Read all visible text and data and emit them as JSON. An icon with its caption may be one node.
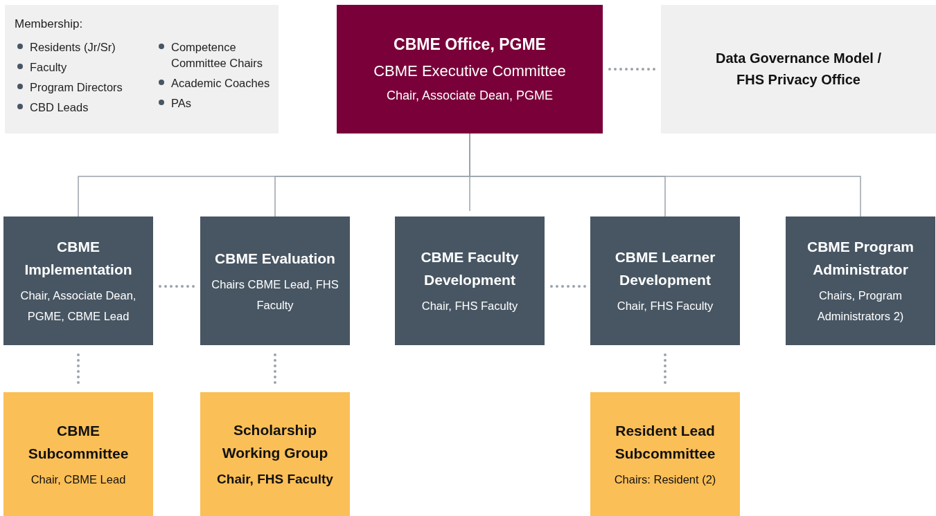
{
  "diagram": {
    "nodes": [
      {
        "text": [
          "Membership:",
          "Residents (Jr/Sr)",
          "Faculty",
          "Program Directors",
          "CBD Leads",
          "Competence Committee Chairs",
          "Academic Coaches",
          "PAs"
        ]
      },
      {
        "text": [
          "CBME Office, PGME",
          "CBME Executive Committee",
          "Chair, Associate Dean, PGME"
        ]
      },
      {
        "text": [
          "Data Governance Model / FHS Privacy Office"
        ]
      },
      {
        "text": [
          "CBME Implementation",
          "Chair, Associate Dean, PGME, CBME Lead"
        ]
      },
      {
        "text": [
          "CBME Evaluation",
          "Chairs CBME Lead, FHS Faculty"
        ]
      },
      {
        "text": [
          "CBME Faculty Development",
          "Chair, FHS Faculty"
        ]
      },
      {
        "text": [
          "CBME Learner Development",
          "Chair, FHS Faculty"
        ]
      },
      {
        "text": [
          "CBME Program Administrator",
          "Chairs, Program Administrators 2)"
        ]
      },
      {
        "text": [
          "CBME Subcommittee",
          "Chair, CBME Lead"
        ]
      },
      {
        "text": [
          "Scholarship Working Group",
          "Chair, FHS Faculty"
        ]
      },
      {
        "text": [
          "Resident Lead Subcommittee",
          "Chairs: Resident (2)"
        ]
      }
    ],
    "edges": [
      {
        "from": 1,
        "to": 2,
        "arrow": "none",
        "style": "dashed"
      },
      {
        "from": 1,
        "to": 3,
        "arrow": "none"
      },
      {
        "from": 1,
        "to": 4,
        "arrow": "none"
      },
      {
        "from": 1,
        "to": 5,
        "arrow": "none"
      },
      {
        "from": 1,
        "to": 6,
        "arrow": "none"
      },
      {
        "from": 1,
        "to": 7,
        "arrow": "none"
      },
      {
        "from": 3,
        "to": 4,
        "arrow": "none",
        "style": "dashed"
      },
      {
        "from": 5,
        "to": 6,
        "arrow": "none",
        "style": "dashed"
      },
      {
        "from": 3,
        "to": 8,
        "arrow": "none",
        "style": "dashed"
      },
      {
        "from": 4,
        "to": 9,
        "arrow": "none",
        "style": "dashed"
      },
      {
        "from": 6,
        "to": 10,
        "arrow": "none",
        "style": "dashed"
      }
    ]
  }
}
